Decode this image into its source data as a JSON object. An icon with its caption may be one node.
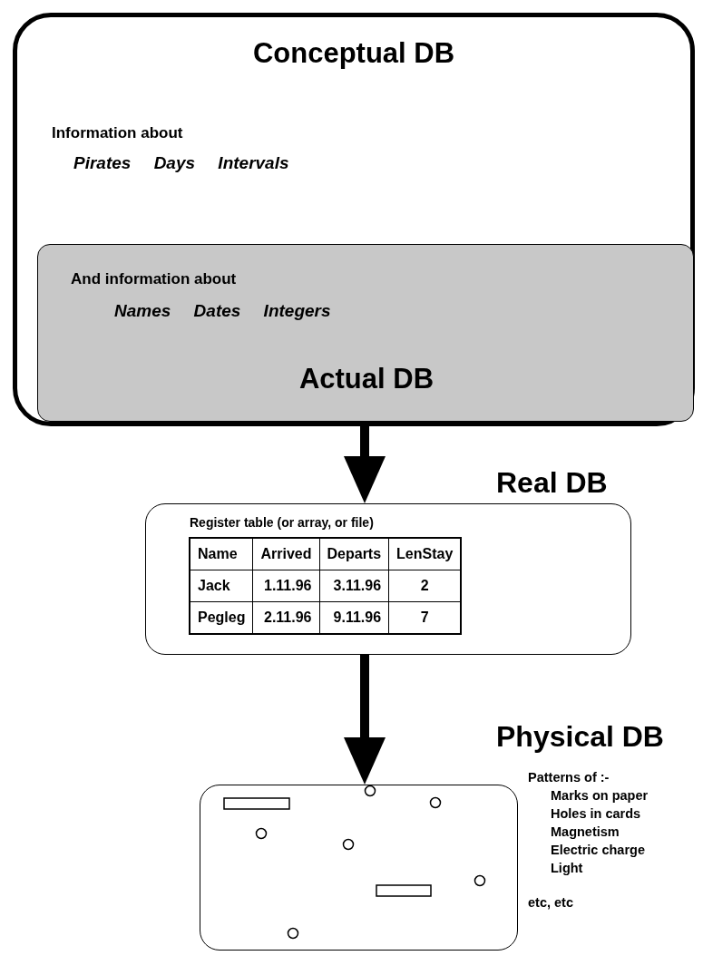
{
  "diagram": {
    "nodes": [
      {
        "text": [
          "Conceptual DB",
          "Information about",
          "Pirates Days Intervals"
        ]
      },
      {
        "text": [
          "And information about",
          "Names Dates Integers",
          "Actual DB"
        ],
        "in": 0
      },
      {
        "text": [
          "Real DB",
          "Register table (or array, or file)"
        ]
      },
      {
        "text": [
          "Physical DB"
        ],
        "beside": [
          "Patterns of :-",
          "Marks on paper",
          "Holes in cards",
          "Magnetism",
          "Electric charge",
          "Light",
          "etc, etc"
        ]
      }
    ],
    "edges": [
      {
        "from": 0,
        "to": 2,
        "arrow": "to"
      },
      {
        "from": 2,
        "to": 3,
        "arrow": "to"
      }
    ],
    "labels": [
      "Name",
      "Arrived",
      "Departs",
      "LenStay",
      "Jack",
      "1.11.96",
      "3.11.96",
      "2",
      "Pegleg",
      "2.11.96",
      "9.11.96",
      "7"
    ]
  }
}
